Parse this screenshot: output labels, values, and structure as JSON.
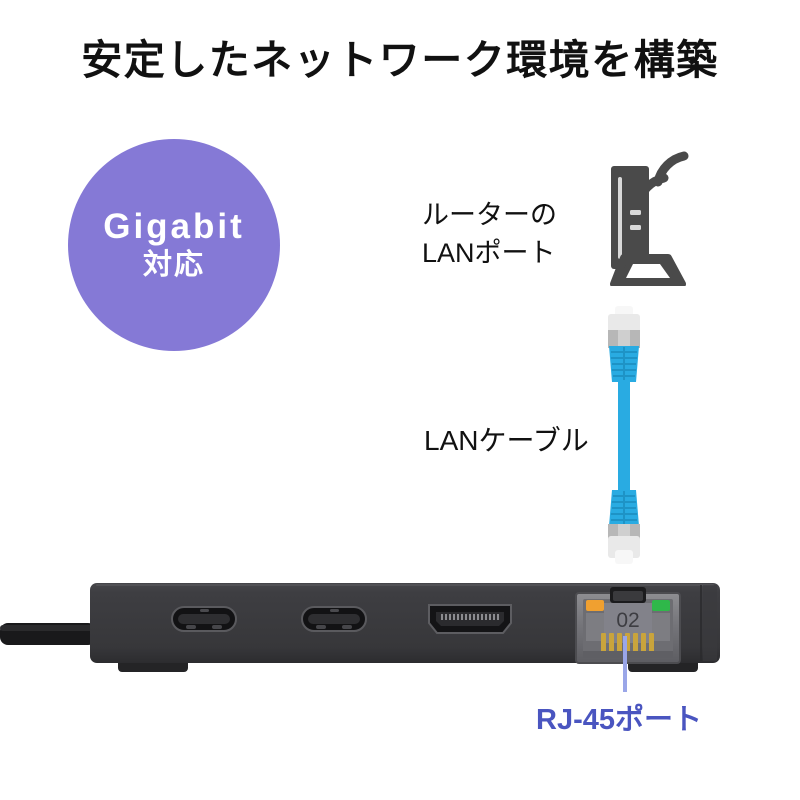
{
  "page": {
    "title": "安定したネットワーク環境を構築",
    "background_color": "#ffffff"
  },
  "badge": {
    "name": "gigabit-badge",
    "main_label": "Gigabit",
    "sub_label": "対応",
    "background_color": "#8579d6",
    "text_color": "#ffffff"
  },
  "router": {
    "label_line1": "ルーターの",
    "label_line2": "LANポート",
    "icon_name": "wifi-router-icon",
    "body_color": "#4a4a4a"
  },
  "cable": {
    "label": "LANケーブル",
    "icon_name": "lan-cable-icon",
    "cable_color": "#29abe2",
    "boot_color": "#29abe2",
    "connector_color": "#e8e8e8"
  },
  "dock": {
    "name": "usb-c-docking-station",
    "body_color": "#3b3b3d",
    "ports": [
      {
        "name": "usb-c-port-1",
        "type": "USB-C",
        "label": ""
      },
      {
        "name": "usb-c-port-2",
        "type": "USB-C",
        "label": ""
      },
      {
        "name": "hdmi-port",
        "type": "HDMI",
        "label": ""
      },
      {
        "name": "rj45-port",
        "type": "RJ-45",
        "label": "02"
      }
    ],
    "rj45_marking": "02",
    "led_left_color": "#f0a030",
    "led_right_color": "#2fb84a"
  },
  "callout": {
    "label": "RJ-45ポート",
    "text_color": "#4a55c0",
    "line_color": "#9aa6e8"
  }
}
